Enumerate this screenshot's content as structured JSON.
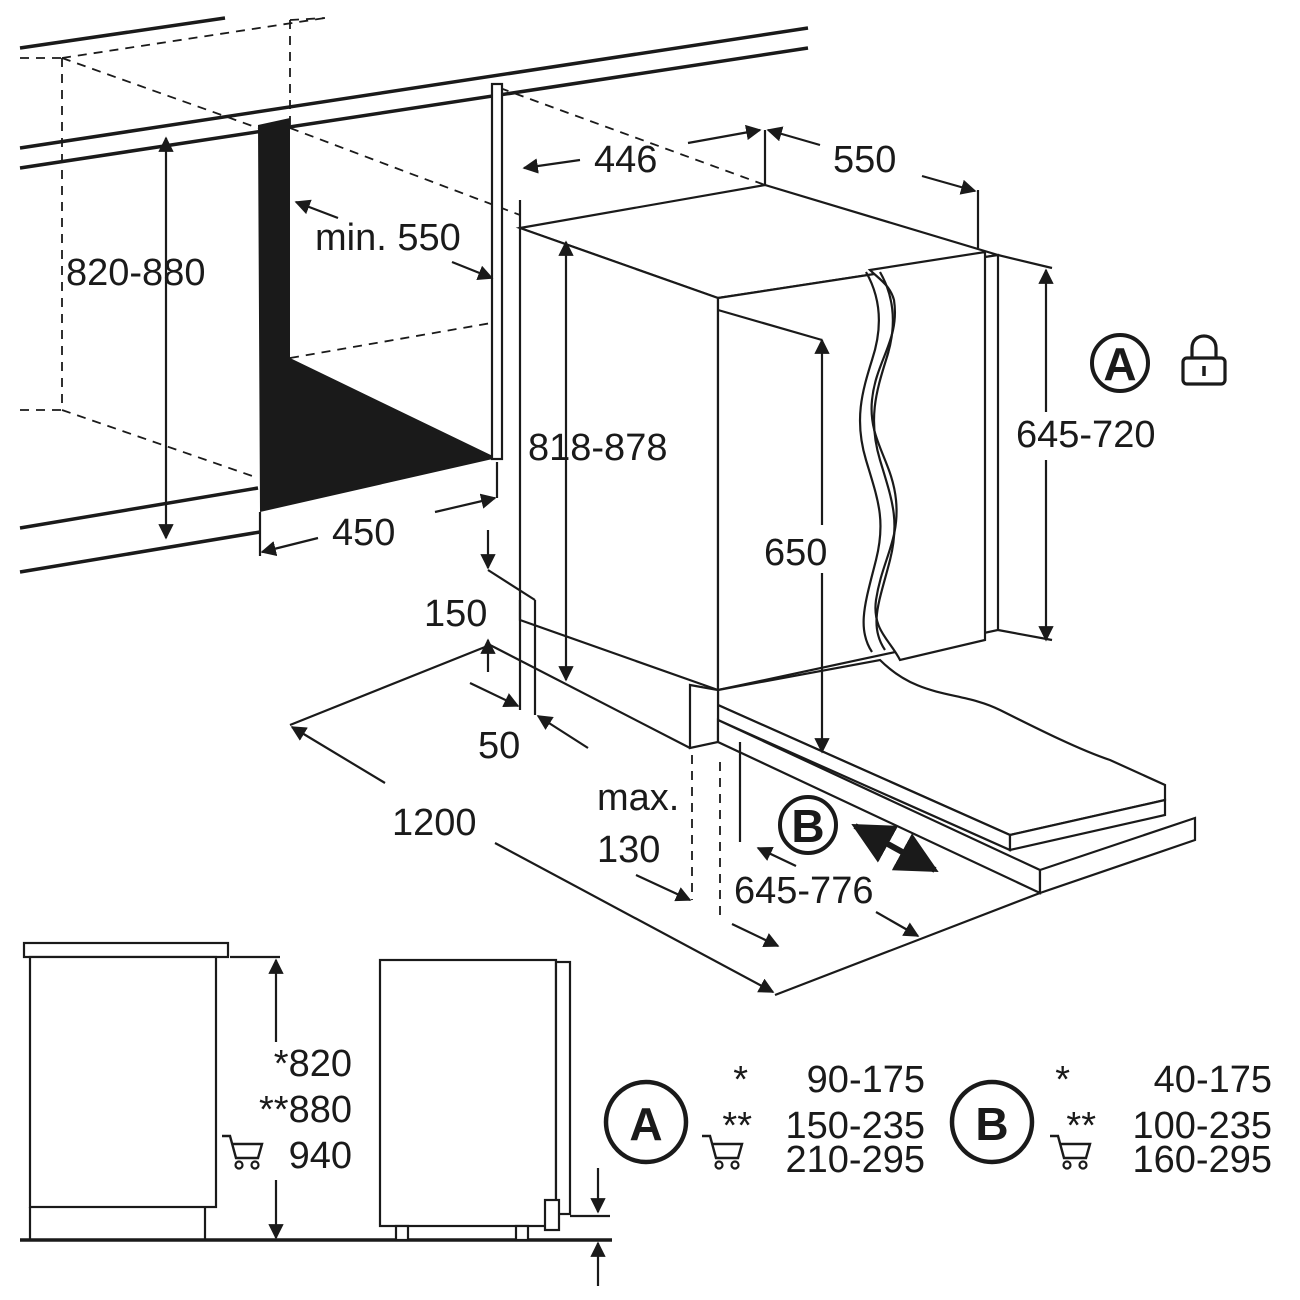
{
  "dimensions": {
    "cabinet_height": "820-880",
    "niche_depth": "min. 550",
    "niche_width": "450",
    "appliance_width": "446",
    "appliance_depth": "550",
    "appliance_height": "818-878",
    "door_inner_height": "650",
    "door_panel_height": "645-720",
    "plinth_gap": "150",
    "plinth_offset": "50",
    "open_door_depth": "1200",
    "plinth_max_label": "max.",
    "plinth_max": "130",
    "plinth_range": "645-776"
  },
  "markers": {
    "a": "A",
    "b": "B"
  },
  "side_view": {
    "height_1": "*820",
    "height_2": "**880",
    "height_3": "940"
  },
  "table_a": {
    "label": "A",
    "row_1_mark": "*",
    "row_1_value": "90-175",
    "row_2_mark": "**",
    "row_2_value": "150-235",
    "row_3_value": "210-295"
  },
  "table_b": {
    "label": "B",
    "row_1_mark": "*",
    "row_1_value": "40-175",
    "row_2_mark": "**",
    "row_2_value": "100-235",
    "row_3_value": "160-295"
  },
  "icons": {
    "lock": "lock-icon",
    "cart": "shopping-cart-icon"
  }
}
